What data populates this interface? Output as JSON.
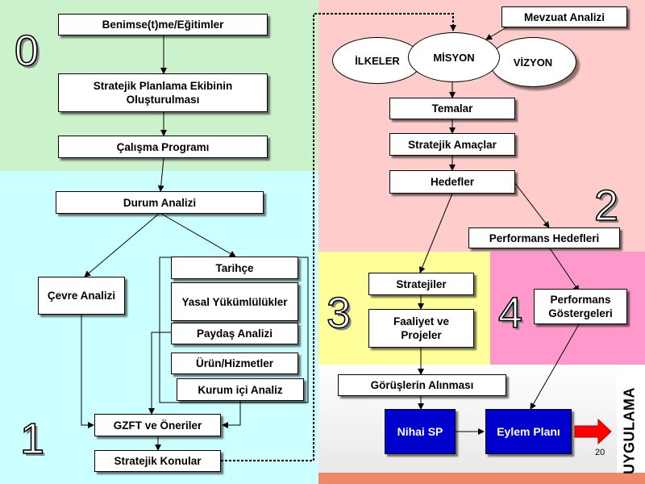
{
  "colors": {
    "zone0": "#ccf2cc",
    "zone1": "#ccffff",
    "zone2": "#ffcccc",
    "zone3": "#ffff99",
    "zone4": "#ff99cc",
    "bottom_right": "#f0f0f0",
    "bottom_strip": "#ee8866",
    "dark_box": "#0000cc",
    "arrow_red": "#ff0000"
  },
  "phases": {
    "p0": "0",
    "p1": "1",
    "p2": "2",
    "p3": "3",
    "p4": "4"
  },
  "nodes": {
    "benimseme": "Benimse(t)me/Eğitimler",
    "ekip": "Stratejik Planlama Ekibinin Oluşturulması",
    "calisma": "Çalışma Programı",
    "durum": "Durum Analizi",
    "cevre": "Çevre Analizi",
    "tarihce": "Tarihçe",
    "yasal": "Yasal Yükümlülükler",
    "paydas": "Paydaş Analizi",
    "urun": "Ürün/Hizmetler",
    "kurum": "Kurum içi Analiz",
    "gzft": "GZFT ve Öneriler",
    "konular": "Stratejik Konular",
    "mevzuat": "Mevzuat Analizi",
    "ilkeler": "İLKELER",
    "misyon": "MİSYON",
    "vizyon": "VİZYON",
    "temalar": "Temalar",
    "amaclar": "Stratejik Amaçlar",
    "hedefler": "Hedefler",
    "perf_hedef": "Performans Hedefleri",
    "stratejiler": "Stratejiler",
    "faaliyet": "Faaliyet ve Projeler",
    "perf_gost": "Performans Göstergeleri",
    "gorus": "Görüşlerin Alınması",
    "nihai": "Nihai SP",
    "eylem": "Eylem Planı"
  },
  "side_label": "UYGULAMA",
  "page_number": "20"
}
